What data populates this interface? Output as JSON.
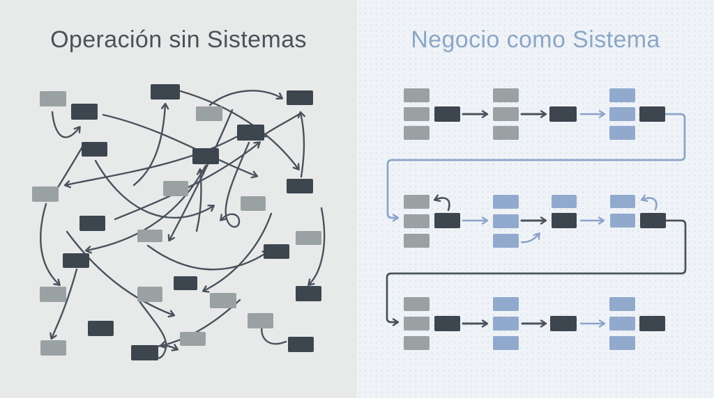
{
  "left": {
    "title": "Operación sin Sistemas",
    "boxes": [
      [
        57,
        131,
        38,
        22,
        "g"
      ],
      [
        102,
        149,
        38,
        23,
        "d"
      ],
      [
        216,
        121,
        42,
        22,
        "d"
      ],
      [
        281,
        153,
        38,
        21,
        "g"
      ],
      [
        411,
        130,
        38,
        21,
        "d"
      ],
      [
        340,
        179,
        39,
        23,
        "d"
      ],
      [
        117,
        204,
        37,
        21,
        "d"
      ],
      [
        276,
        213,
        38,
        23,
        "d"
      ],
      [
        46,
        268,
        38,
        22,
        "g"
      ],
      [
        234,
        260,
        36,
        22,
        "g"
      ],
      [
        411,
        257,
        38,
        21,
        "d"
      ],
      [
        345,
        282,
        36,
        21,
        "g"
      ],
      [
        114,
        310,
        37,
        22,
        "d"
      ],
      [
        424,
        332,
        37,
        20,
        "g"
      ],
      [
        378,
        351,
        37,
        21,
        "d"
      ],
      [
        197,
        330,
        36,
        18,
        "g"
      ],
      [
        90,
        364,
        38,
        21,
        "d"
      ],
      [
        57,
        412,
        38,
        22,
        "g"
      ],
      [
        197,
        412,
        36,
        22,
        "g"
      ],
      [
        249,
        397,
        34,
        20,
        "d"
      ],
      [
        301,
        421,
        38,
        22,
        "g"
      ],
      [
        424,
        411,
        37,
        22,
        "d"
      ],
      [
        126,
        461,
        37,
        22,
        "d"
      ],
      [
        58,
        489,
        37,
        22,
        "g"
      ],
      [
        188,
        496,
        39,
        22,
        "d"
      ],
      [
        258,
        477,
        37,
        20,
        "g"
      ],
      [
        355,
        450,
        37,
        22,
        "g"
      ],
      [
        413,
        484,
        37,
        22,
        "d"
      ]
    ],
    "arrows": [
      "M75,161 C78,193 92,212 114,183",
      "M301,151 C333,126 377,125 404,141",
      "M429,164 C410,176 392,184 376,196",
      "M344,194 C268,237 164,251 94,266",
      "M192,266 C221,243 234,204 237,150",
      "M432,254 C437,221 438,193 431,162",
      "M295,238 C252,318 186,348 124,360",
      "M148,165 C232,184 304,229 368,253",
      "M66,293 C51,344 58,384 85,409",
      "M137,231 C178,304 243,335 306,296",
      "M357,205 C335,256 317,296 326,317 C331,330 344,328 343,317 C342,306 328,304 317,316",
      "M389,307 C371,358 333,398 292,418",
      "M96,333 C141,394 191,431 249,453",
      "M461,299 C471,349 462,390 443,409",
      "M212,353 C262,390 322,403 384,362",
      "M110,387 C96,438 82,468 74,486",
      "M200,433 C226,469 245,487 236,506 C231,519 219,516 222,505 C225,493 239,495 254,502",
      "M410,491 C383,502 369,483 378,460",
      "M344,431 C301,471 264,489 231,497",
      "M259,131 C330,152 389,190 428,243",
      "M121,206 C99,244 84,267 72,288",
      "M282,332 C289,302 290,274 287,244",
      "M165,315 C240,285 310,255 372,205",
      "M333,158 C305,225 273,288 243,345"
    ]
  },
  "right": {
    "title": "Negocio como Sistema",
    "boxes": [
      [
        67,
        127,
        37,
        20,
        "g"
      ],
      [
        67,
        154,
        37,
        20,
        "g"
      ],
      [
        67,
        181,
        37,
        20,
        "g"
      ],
      [
        111,
        153,
        37,
        22,
        "d"
      ],
      [
        195,
        127,
        37,
        20,
        "g"
      ],
      [
        195,
        154,
        37,
        20,
        "g"
      ],
      [
        195,
        181,
        37,
        20,
        "g"
      ],
      [
        276,
        153,
        39,
        22,
        "d"
      ],
      [
        362,
        127,
        37,
        20,
        "b"
      ],
      [
        362,
        154,
        37,
        20,
        "b"
      ],
      [
        362,
        181,
        37,
        20,
        "b"
      ],
      [
        405,
        153,
        37,
        22,
        "d"
      ],
      [
        67,
        280,
        37,
        20,
        "g"
      ],
      [
        67,
        308,
        37,
        20,
        "g"
      ],
      [
        67,
        336,
        37,
        20,
        "g"
      ],
      [
        111,
        306,
        37,
        22,
        "d"
      ],
      [
        195,
        280,
        37,
        20,
        "b"
      ],
      [
        195,
        308,
        37,
        20,
        "b"
      ],
      [
        195,
        336,
        37,
        20,
        "b"
      ],
      [
        279,
        280,
        36,
        19,
        "b"
      ],
      [
        279,
        306,
        36,
        22,
        "d"
      ],
      [
        363,
        280,
        36,
        19,
        "b"
      ],
      [
        363,
        307,
        36,
        20,
        "b"
      ],
      [
        406,
        306,
        37,
        22,
        "d"
      ],
      [
        67,
        427,
        37,
        20,
        "g"
      ],
      [
        67,
        455,
        37,
        20,
        "g"
      ],
      [
        67,
        483,
        37,
        20,
        "g"
      ],
      [
        111,
        454,
        37,
        22,
        "d"
      ],
      [
        195,
        427,
        37,
        20,
        "b"
      ],
      [
        195,
        455,
        37,
        20,
        "b"
      ],
      [
        195,
        483,
        37,
        20,
        "b"
      ],
      [
        277,
        454,
        38,
        22,
        "d"
      ],
      [
        362,
        427,
        37,
        20,
        "b"
      ],
      [
        362,
        455,
        37,
        20,
        "b"
      ],
      [
        362,
        483,
        37,
        20,
        "b"
      ],
      [
        405,
        454,
        37,
        22,
        "d"
      ]
    ],
    "arrows": [
      [
        152,
        164,
        186,
        164,
        "d"
      ],
      [
        236,
        164,
        270,
        164,
        "d"
      ],
      [
        321,
        164,
        354,
        164,
        "b"
      ],
      [
        152,
        317,
        186,
        317,
        "b"
      ],
      [
        236,
        317,
        270,
        317,
        "d"
      ],
      [
        321,
        317,
        353,
        317,
        "b"
      ],
      [
        152,
        465,
        186,
        465,
        "d"
      ],
      [
        237,
        465,
        270,
        465,
        "d"
      ],
      [
        321,
        465,
        354,
        465,
        "b"
      ]
    ],
    "curves": [
      [
        "M131,302 C136,286 127,281 112,287",
        "d"
      ],
      [
        "M236,348 C244,349 254,345 261,336",
        "b"
      ],
      [
        "M428,301 C433,287 424,281 409,287",
        "b"
      ]
    ],
    "connectors": [
      [
        "M443,164 L464,164 Q470,164 470,170 L470,224 Q470,230 464,230 L50,230 Q44,230 44,236 L44,307 Q44,313 50,313 L58,313",
        "b"
      ],
      [
        "M443,317 L465,317 Q471,317 471,323 L471,387 Q471,393 465,393 L49,393 Q43,393 43,399 L43,457 Q43,463 49,463 L58,463",
        "d"
      ]
    ]
  },
  "colors": {
    "left_bg": "#e8eaea",
    "right_bg": "#eff3f7",
    "left_title": "#4a5159",
    "right_title": "#8ca6c6",
    "dark_box": "#3d454f",
    "gray_box": "#9aa1a3",
    "blue_box": "#92a9ce",
    "dark_arrow": "#49515b",
    "blue_arrow": "#8ba3c9"
  }
}
